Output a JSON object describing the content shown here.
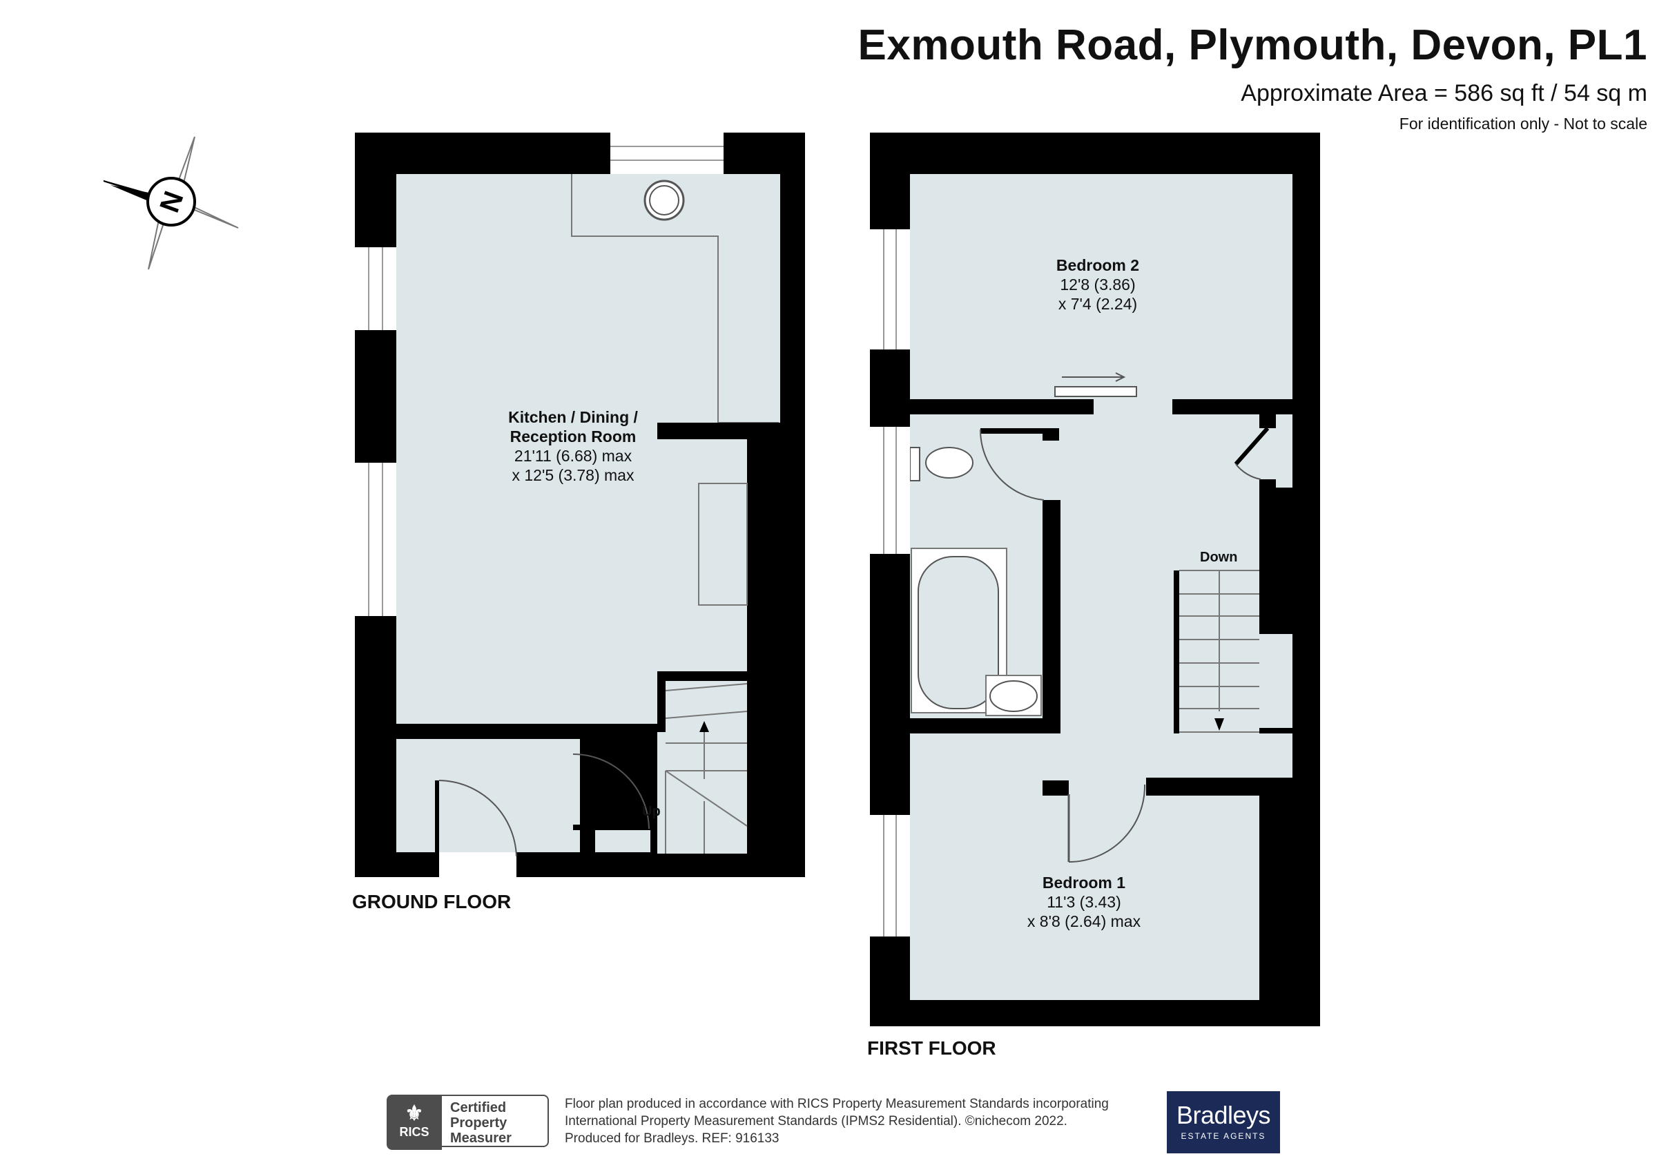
{
  "header": {
    "title": "Exmouth Road, Plymouth, Devon, PL1",
    "area": "Approximate Area = 586 sq ft / 54 sq m",
    "disclaimer": "For identification only - Not to scale"
  },
  "compass": {
    "letter": "N"
  },
  "ground_floor": {
    "label": "GROUND FLOOR",
    "rooms": [
      {
        "name_line1": "Kitchen / Dining /",
        "name_line2": "Reception Room",
        "dim1": "21'11 (6.68) max",
        "dim2": "x 12'5 (3.78) max"
      }
    ],
    "stairs": "Up"
  },
  "first_floor": {
    "label": "FIRST FLOOR",
    "rooms": [
      {
        "name": "Bedroom 2",
        "dim1": "12'8 (3.86)",
        "dim2": "x 7'4 (2.24)"
      },
      {
        "name": "Bedroom 1",
        "dim1": "11'3 (3.43)",
        "dim2": "x 8'8 (2.64) max"
      }
    ],
    "stairs": "Down"
  },
  "footer": {
    "line1": "Floor plan produced in accordance with RICS Property Measurement Standards incorporating",
    "line2": "International Property Measurement Standards (IPMS2 Residential).  ©nichecom 2022.",
    "line3": "Produced for Bradleys.   REF:  916133",
    "rics_short": "RICS",
    "rics_line1": "Certified",
    "rics_line2": "Property",
    "rics_line3": "Measurer",
    "brand_name": "Bradleys",
    "brand_sub": "ESTATE AGENTS"
  },
  "colors": {
    "wall": "#000000",
    "floor": "#dde7ea",
    "window": "#ffffff",
    "brand": "#1b2a57"
  }
}
